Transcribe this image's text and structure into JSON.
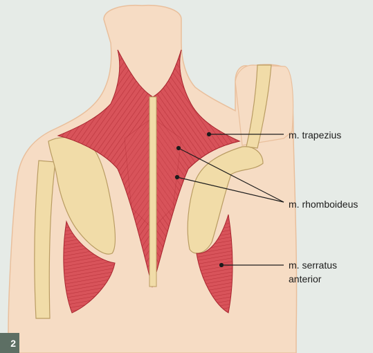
{
  "labels": {
    "trapezius": "m. trapezius",
    "rhomboideus": "m. rhomboideus",
    "serratus_line1": "m. serratus",
    "serratus_line2": "anterior"
  },
  "badge": "2",
  "colors": {
    "background": "#e6ebe7",
    "skin": "#f6dcc4",
    "skin_edge": "#e9bf9c",
    "bone": "#f1dca8",
    "bone_edge": "#b99c62",
    "muscle": "#d8535a",
    "muscle_dark": "#a8262f",
    "badge_bg": "#5d6f64"
  }
}
